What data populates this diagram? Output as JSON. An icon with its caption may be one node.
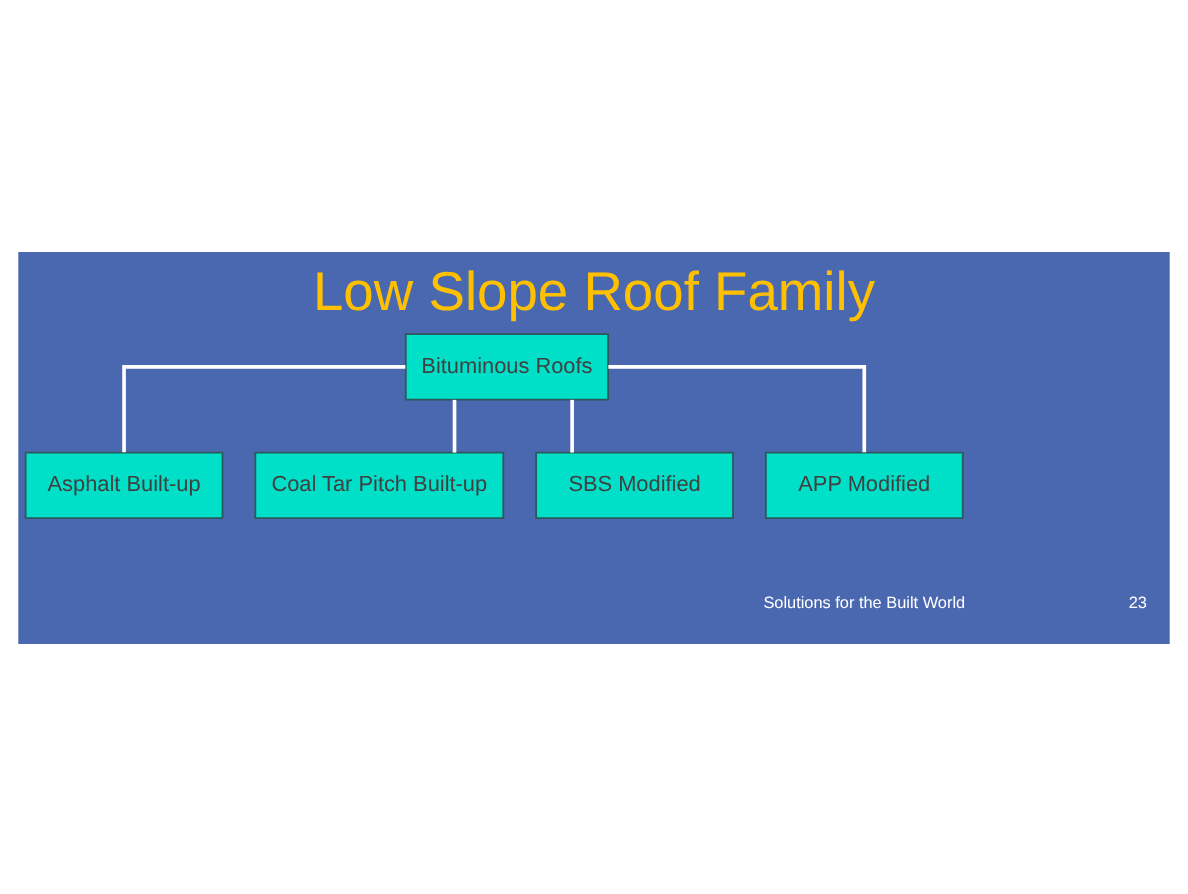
{
  "diagram": {
    "title": "Low Slope Roof Family",
    "nodes": [
      {
        "text": [
          "Bituminous Roofs"
        ]
      },
      {
        "text": [
          "Asphalt Built-up"
        ]
      },
      {
        "text": [
          "Coal Tar Pitch Built-up"
        ]
      },
      {
        "text": [
          "SBS Modified"
        ]
      },
      {
        "text": [
          "APP Modified"
        ]
      }
    ],
    "edges": [
      {
        "from": 0,
        "to": 1,
        "arrow": "none"
      },
      {
        "from": 0,
        "to": 2,
        "arrow": "none"
      },
      {
        "from": 0,
        "to": 3,
        "arrow": "none"
      },
      {
        "from": 0,
        "to": 4,
        "arrow": "none"
      }
    ],
    "labels": [
      "Solutions for the Built World",
      "23"
    ]
  }
}
